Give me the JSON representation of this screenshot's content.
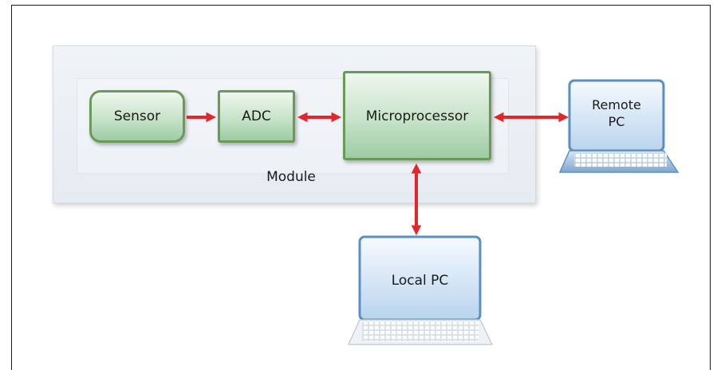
{
  "diagram": {
    "module": {
      "label": "Module"
    },
    "nodes": {
      "sensor": "Sensor",
      "adc": "ADC",
      "microprocessor": "Microprocessor"
    },
    "computers": {
      "remote_line1": "Remote",
      "remote_line2": "PC",
      "local": "Local PC"
    },
    "connections": [
      {
        "from": "Sensor",
        "to": "ADC",
        "direction": "one-way"
      },
      {
        "from": "ADC",
        "to": "Microprocessor",
        "direction": "two-way"
      },
      {
        "from": "Microprocessor",
        "to": "Remote PC",
        "direction": "two-way"
      },
      {
        "from": "Microprocessor",
        "to": "Local PC",
        "direction": "two-way"
      }
    ],
    "colors": {
      "arrow": "#e2262b",
      "node_border": "#6a9a58",
      "laptop_border": "#5b8fc3"
    }
  }
}
